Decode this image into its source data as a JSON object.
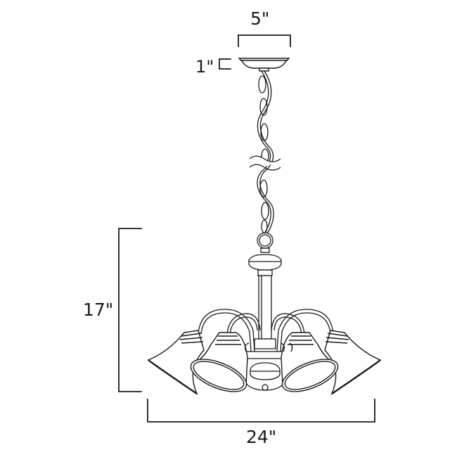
{
  "diagram": {
    "subject": "five-light chandelier with bell glass shades on chain",
    "dimensions": {
      "canopy_width": "5\"",
      "canopy_height": "1\"",
      "fixture_height": "17\"",
      "fixture_width": "24\""
    },
    "components": [
      "ceiling canopy",
      "chain",
      "chain break symbol",
      "center column",
      "curved arms",
      "bell glass shades",
      "bottom finial"
    ],
    "line_color": "#1a1a1a",
    "background": "#ffffff"
  }
}
